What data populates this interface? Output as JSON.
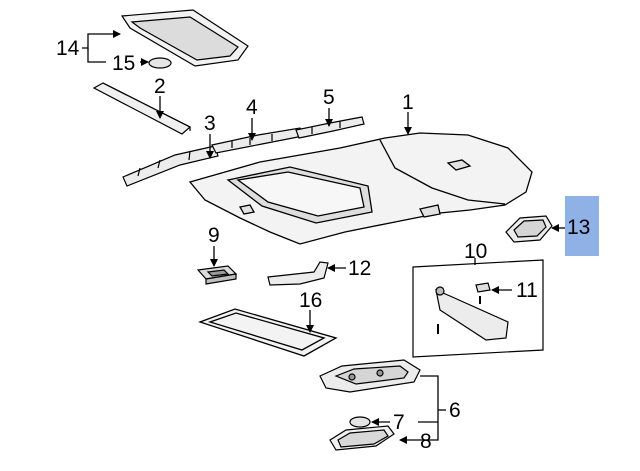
{
  "diagram": {
    "callouts": {
      "c1": "1",
      "c2": "2",
      "c3": "3",
      "c4": "4",
      "c5": "5",
      "c6": "6",
      "c7": "7",
      "c8": "8",
      "c9": "9",
      "c10": "10",
      "c11": "11",
      "c12": "12",
      "c13": "13",
      "c14": "14",
      "c15": "15",
      "c16": "16"
    },
    "highlighted_callout": "13",
    "colors": {
      "highlight": "#8fb1e6",
      "line": "#000000",
      "part_fill": "#f2f2f2",
      "part_shade": "#d9d9d9"
    }
  }
}
